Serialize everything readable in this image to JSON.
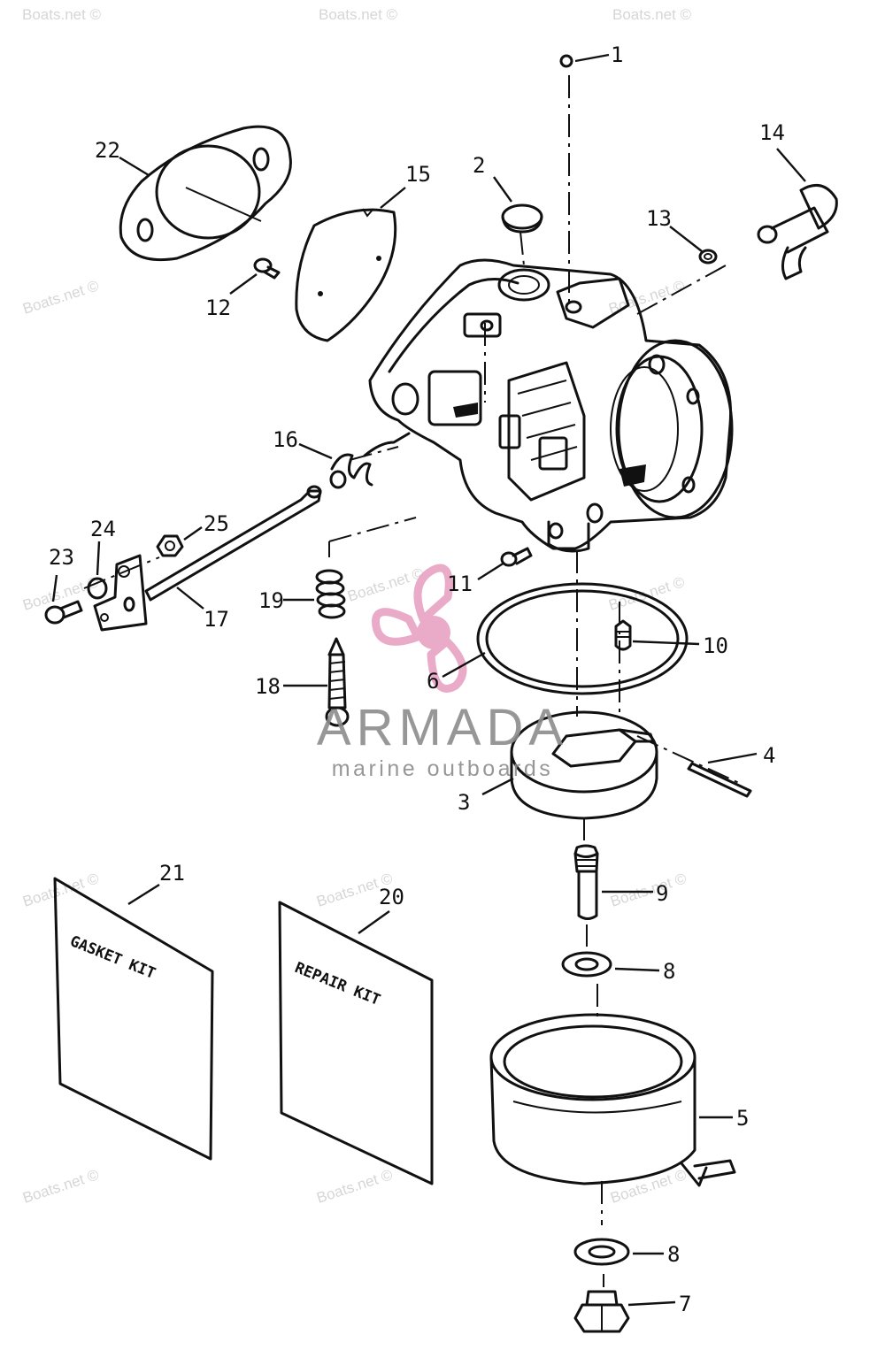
{
  "colors": {
    "ink": "#111111",
    "watermark": "#d6d6d6",
    "logo_pink": "#e8a3c4",
    "logo_text": "#8c8c8c",
    "background": "#ffffff"
  },
  "watermark": {
    "text": "Boats.net ©"
  },
  "logo": {
    "name": "ARMADA",
    "tagline": "marine outboards",
    "icon": "propeller-icon"
  },
  "kits": {
    "gasket": "GASKET KIT",
    "repair": "REPAIR KIT"
  },
  "callouts": [
    {
      "id": "1",
      "label": "1"
    },
    {
      "id": "2",
      "label": "2"
    },
    {
      "id": "3",
      "label": "3"
    },
    {
      "id": "4",
      "label": "4"
    },
    {
      "id": "5",
      "label": "5"
    },
    {
      "id": "6",
      "label": "6"
    },
    {
      "id": "7",
      "label": "7"
    },
    {
      "id": "8a",
      "label": "8"
    },
    {
      "id": "8b",
      "label": "8"
    },
    {
      "id": "9",
      "label": "9"
    },
    {
      "id": "10",
      "label": "10"
    },
    {
      "id": "11",
      "label": "11"
    },
    {
      "id": "12",
      "label": "12"
    },
    {
      "id": "13",
      "label": "13"
    },
    {
      "id": "14",
      "label": "14"
    },
    {
      "id": "15",
      "label": "15"
    },
    {
      "id": "16",
      "label": "16"
    },
    {
      "id": "17",
      "label": "17"
    },
    {
      "id": "18",
      "label": "18"
    },
    {
      "id": "19",
      "label": "19"
    },
    {
      "id": "20",
      "label": "20"
    },
    {
      "id": "21",
      "label": "21"
    },
    {
      "id": "22",
      "label": "22"
    },
    {
      "id": "23",
      "label": "23"
    },
    {
      "id": "24",
      "label": "24"
    },
    {
      "id": "25",
      "label": "25"
    }
  ]
}
